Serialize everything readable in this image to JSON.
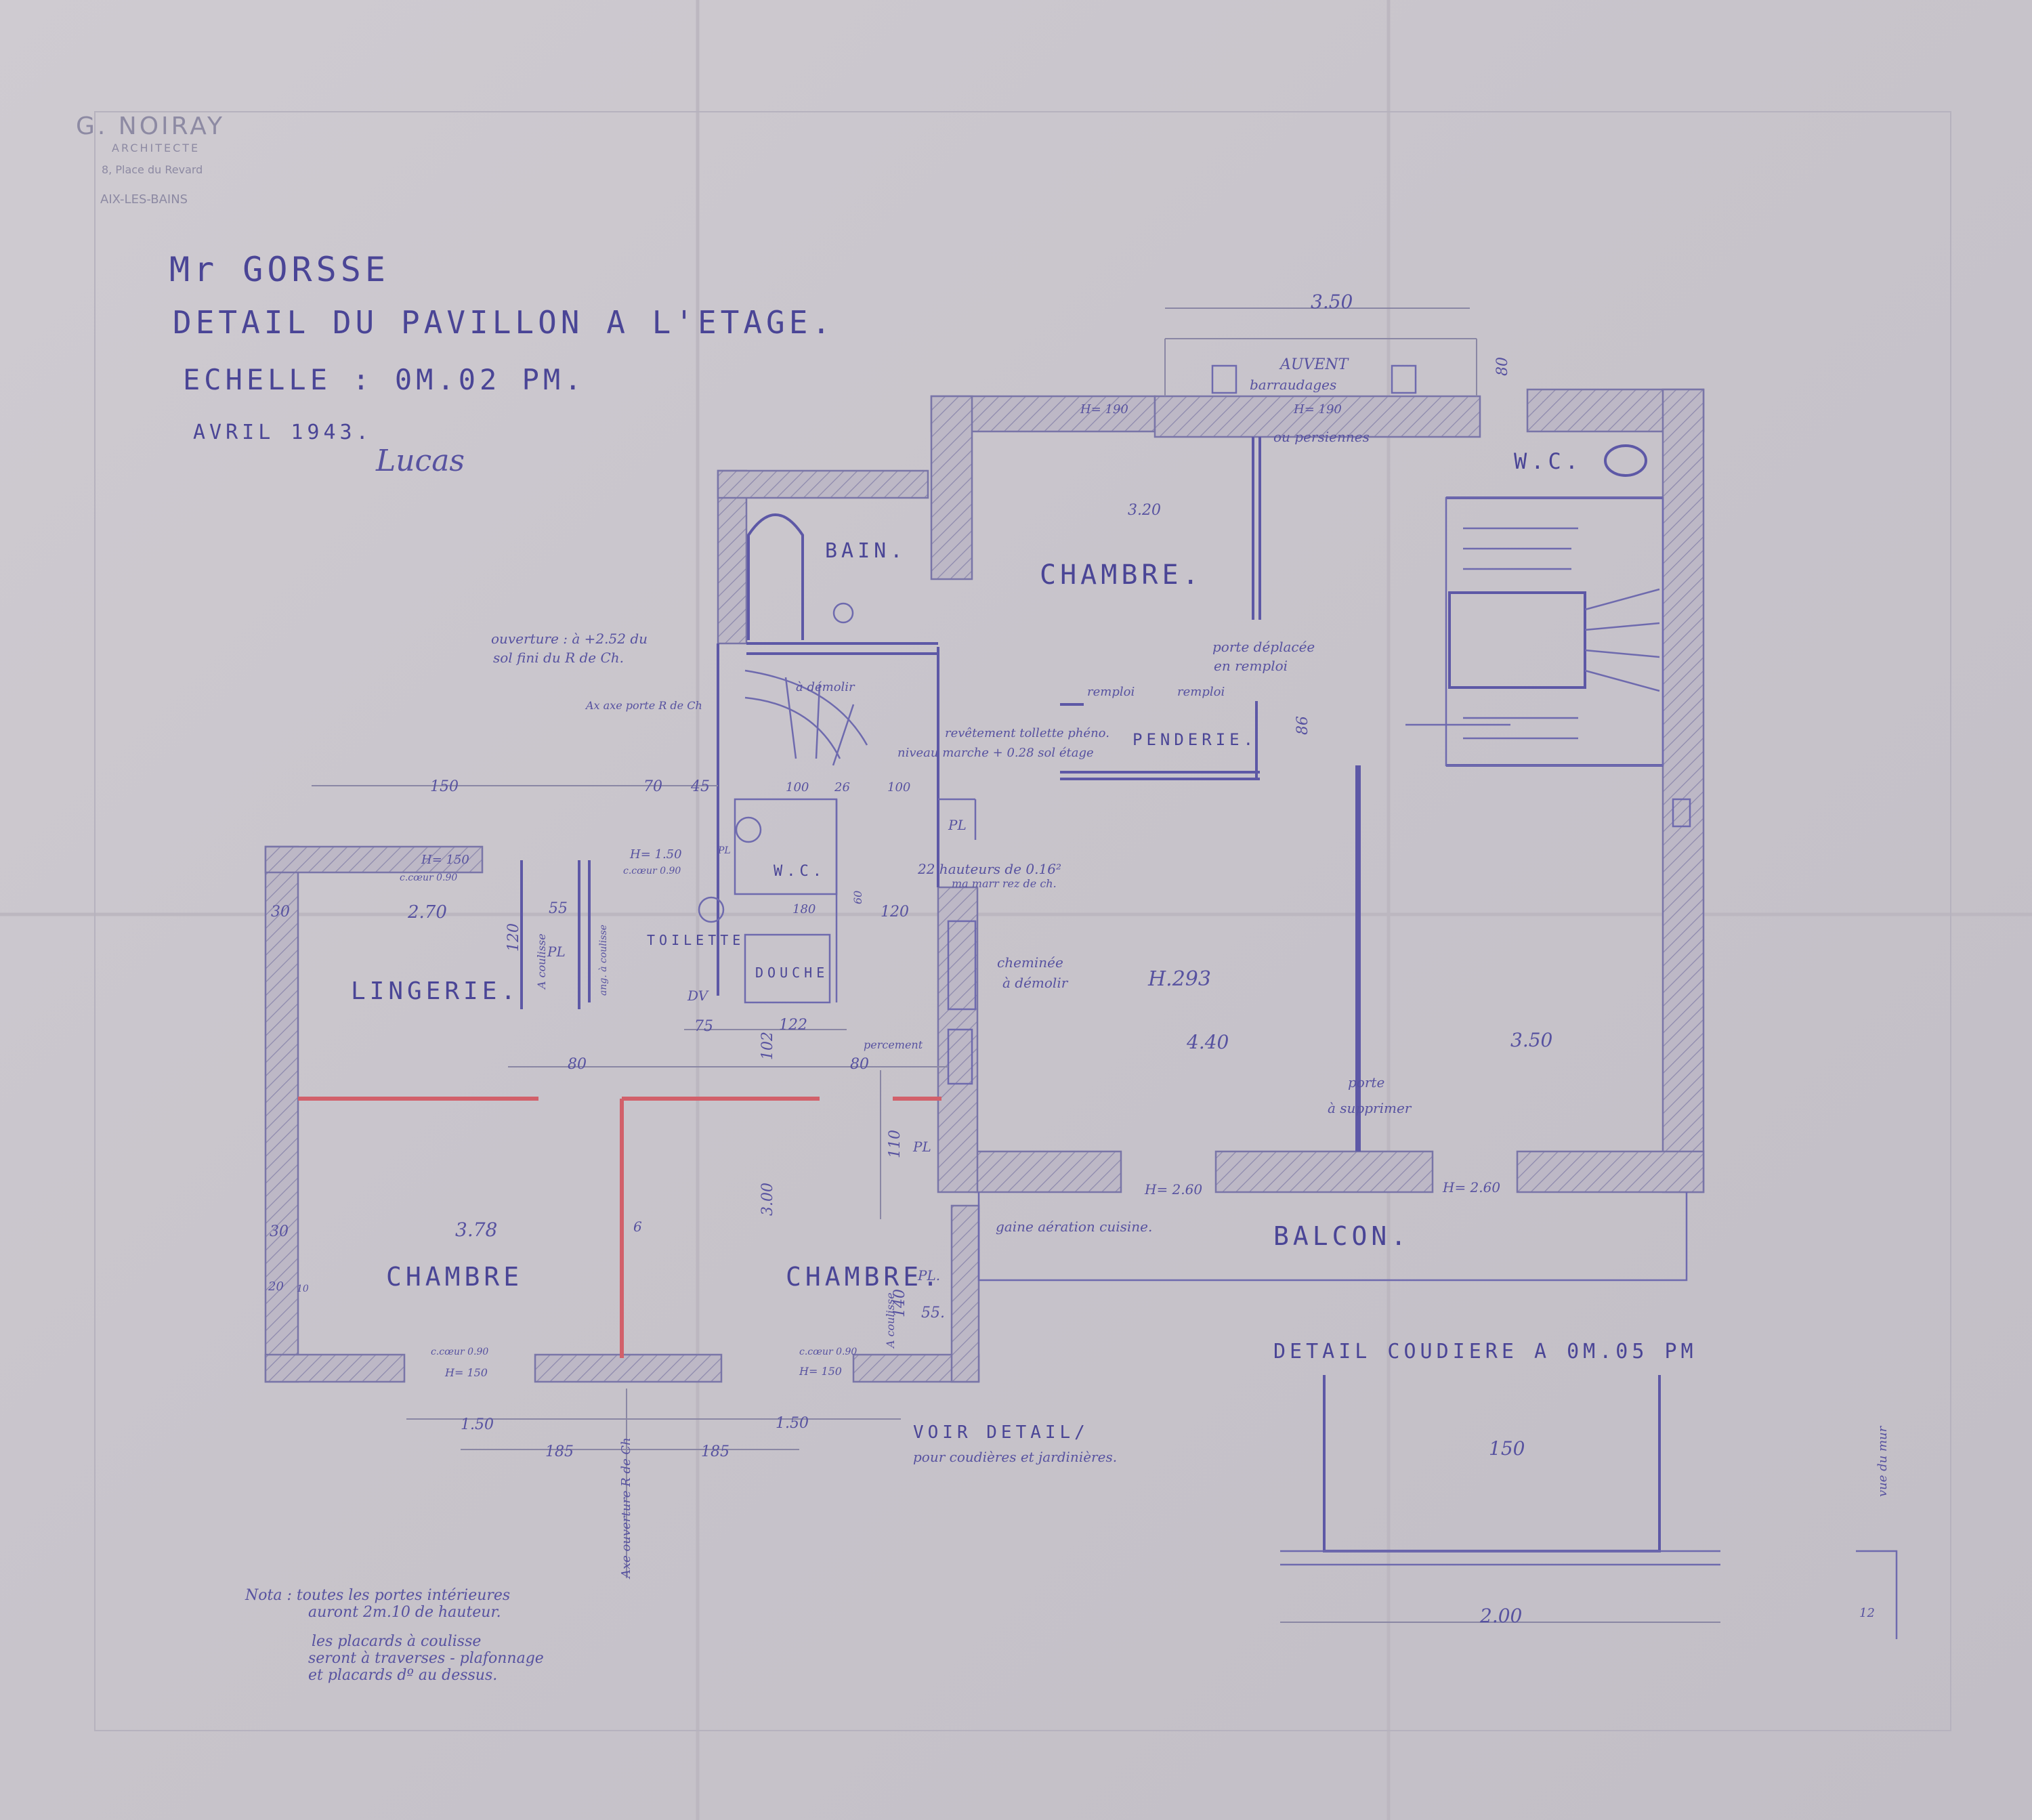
{
  "stamp": {
    "name": "G. NOIRAY",
    "profession": "ARCHITECTE",
    "address": "8, Place du Revard",
    "city": "AIX-LES-BAINS"
  },
  "title": {
    "client": "Mr GORSSE",
    "subject": "DETAIL DU PAVILLON A L'ETAGE.",
    "scale": "ECHELLE : 0M.02 PM.",
    "date": "AVRIL 1943.",
    "signature": "Lucas"
  },
  "rooms": {
    "bain": "BAIN.",
    "chambre_nord": "CHAMBRE.",
    "wc_nord": "W.C.",
    "penderie": "PENDERIE.",
    "lingerie": "LINGERIE.",
    "wc": "W.C.",
    "toilette": "TOILETTE",
    "douche": "DOUCHE",
    "chambre_sw": "CHAMBRE",
    "chambre_s": "CHAMBRE.",
    "balcon": "BALCON."
  },
  "annotations": {
    "auvent": "AUVENT",
    "barraudages": "barraudages",
    "ou_persiennes": "ou persiennes",
    "ouverture": "ouverture : à +2.52 du",
    "ouverture2": "sol fini du R de Ch.",
    "axe_porte": "Ax axe porte R de Ch",
    "a_demolir": "à démolir",
    "porte_deplacee": "porte déplacée",
    "en_remploi": "en remploi",
    "remploi1": "remploi",
    "remploi2": "remploi",
    "revetement": "revêtement tollette phéno.",
    "niveau_marche": "niveau marche + 0.28 sol étage",
    "hauteurs": "22 hauteurs de 0.16²",
    "hauteurs2": "ma marr rez de ch.",
    "cheminee": "cheminée",
    "cheminee2": "à démolir",
    "h293": "H.293",
    "porte_suppr": "porte",
    "porte_suppr2": "à supprimer",
    "percement": "percement",
    "gaine": "gaine aération cuisine.",
    "voir_detail": "VOIR DETAIL/",
    "voir_detail2": "pour coudières et jardinières.",
    "axe_ouverture": "Axe ouverture R de Ch",
    "a_coulisse1": "A coulisse",
    "a_coulisse2": "A coulisse",
    "ang_a_coulisse": "ang. à coulisse",
    "detail_coudiere": "DETAIL COUDIERE A 0M.05 PM",
    "vue_mur": "vue du mur",
    "pl1": "PL",
    "pl2": "PL",
    "pl3": "PL",
    "pl4": "PL.",
    "pl5": "PL",
    "dv": "DV"
  },
  "dimensions": {
    "d_350_top": "3.50",
    "d_80": "80",
    "d_h190a": "H= 190",
    "d_h190b": "H= 190",
    "d_320": "3.20",
    "d_86": "86",
    "d_150a": "150",
    "d_70": "70",
    "d_45": "45",
    "d_100a": "100",
    "d_26": "26",
    "d_100b": "100",
    "d_h150a": "H= 150",
    "d_h150b": "H= 1.50",
    "d_oc90a": "c.cœur 0.90",
    "d_oc90b": "c.cœur 0.90",
    "d_270": "2.70",
    "d_30a": "30",
    "d_55a": "55",
    "d_120a": "120",
    "d_180": "180",
    "d_120b": "120",
    "d_60": "60",
    "d_75": "75",
    "d_122": "122",
    "d_102": "102",
    "d_80a": "80",
    "d_80b": "80",
    "d_440": "4.40",
    "d_350_right": "3.50",
    "d_110": "110",
    "d_300": "3.00",
    "d_h260a": "H= 2.60",
    "d_h260b": "H= 2.60",
    "d_30b": "30",
    "d_378": "3.78",
    "d_20": "20",
    "d_10": "10",
    "d_140": "140",
    "d_55b": "55.",
    "d_6": "6",
    "d_oc90c": "c.cœur 0.90",
    "d_oc90d": "c.cœur 0.90",
    "d_h150c": "H= 150",
    "d_h150d": "H= 150",
    "d_150b": "1.50",
    "d_150c": "1.50",
    "d_185a": "185",
    "d_185b": "185",
    "d_150_detail": "150",
    "d_200_detail": "2.00",
    "d_12": "12"
  },
  "notes": {
    "l1": "Nota : toutes les portes intérieures",
    "l2": "auront 2m.10 de hauteur.",
    "l3": "les placards à coulisse",
    "l4": "seront à traverses - plafonnage",
    "l5": "et placards dº au dessus."
  },
  "colors": {
    "ink": "#5d58a6",
    "paper": "#c9c5cb",
    "red_partition": "#d2606a"
  }
}
